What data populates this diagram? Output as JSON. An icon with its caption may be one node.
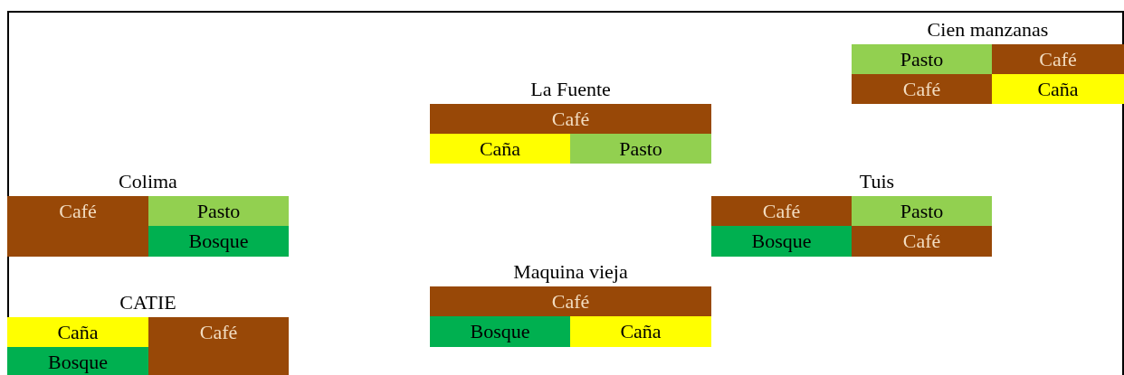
{
  "diagram": {
    "nodes": [
      {
        "text": [
          "Cien manzanas"
        ]
      },
      {
        "text": [
          "Pasto"
        ],
        "in": 0
      },
      {
        "text": [
          "Café"
        ],
        "in": 0
      },
      {
        "text": [
          "Café"
        ],
        "in": 0
      },
      {
        "text": [
          "Caña"
        ],
        "in": 0
      },
      {
        "text": [
          "La Fuente"
        ]
      },
      {
        "text": [
          "Café"
        ],
        "in": 5
      },
      {
        "text": [
          "Caña"
        ],
        "in": 5
      },
      {
        "text": [
          "Pasto"
        ],
        "in": 5
      },
      {
        "text": [
          "Colima"
        ]
      },
      {
        "text": [
          "Café"
        ],
        "in": 9
      },
      {
        "text": [
          "Pasto"
        ],
        "in": 9
      },
      {
        "text": [
          "Bosque"
        ],
        "in": 9
      },
      {
        "text": [
          "Tuis"
        ]
      },
      {
        "text": [
          "Café"
        ],
        "in": 13
      },
      {
        "text": [
          "Pasto"
        ],
        "in": 13
      },
      {
        "text": [
          "Bosque"
        ],
        "in": 13
      },
      {
        "text": [
          "Café"
        ],
        "in": 13
      },
      {
        "text": [
          "Maquina vieja"
        ]
      },
      {
        "text": [
          "Café"
        ],
        "in": 18
      },
      {
        "text": [
          "Bosque"
        ],
        "in": 18
      },
      {
        "text": [
          "Caña"
        ],
        "in": 18
      },
      {
        "text": [
          "CATIE"
        ]
      },
      {
        "text": [
          "Caña"
        ],
        "in": 22
      },
      {
        "text": [
          "Café"
        ],
        "in": 22
      },
      {
        "text": [
          "Bosque"
        ],
        "in": 22
      }
    ]
  }
}
